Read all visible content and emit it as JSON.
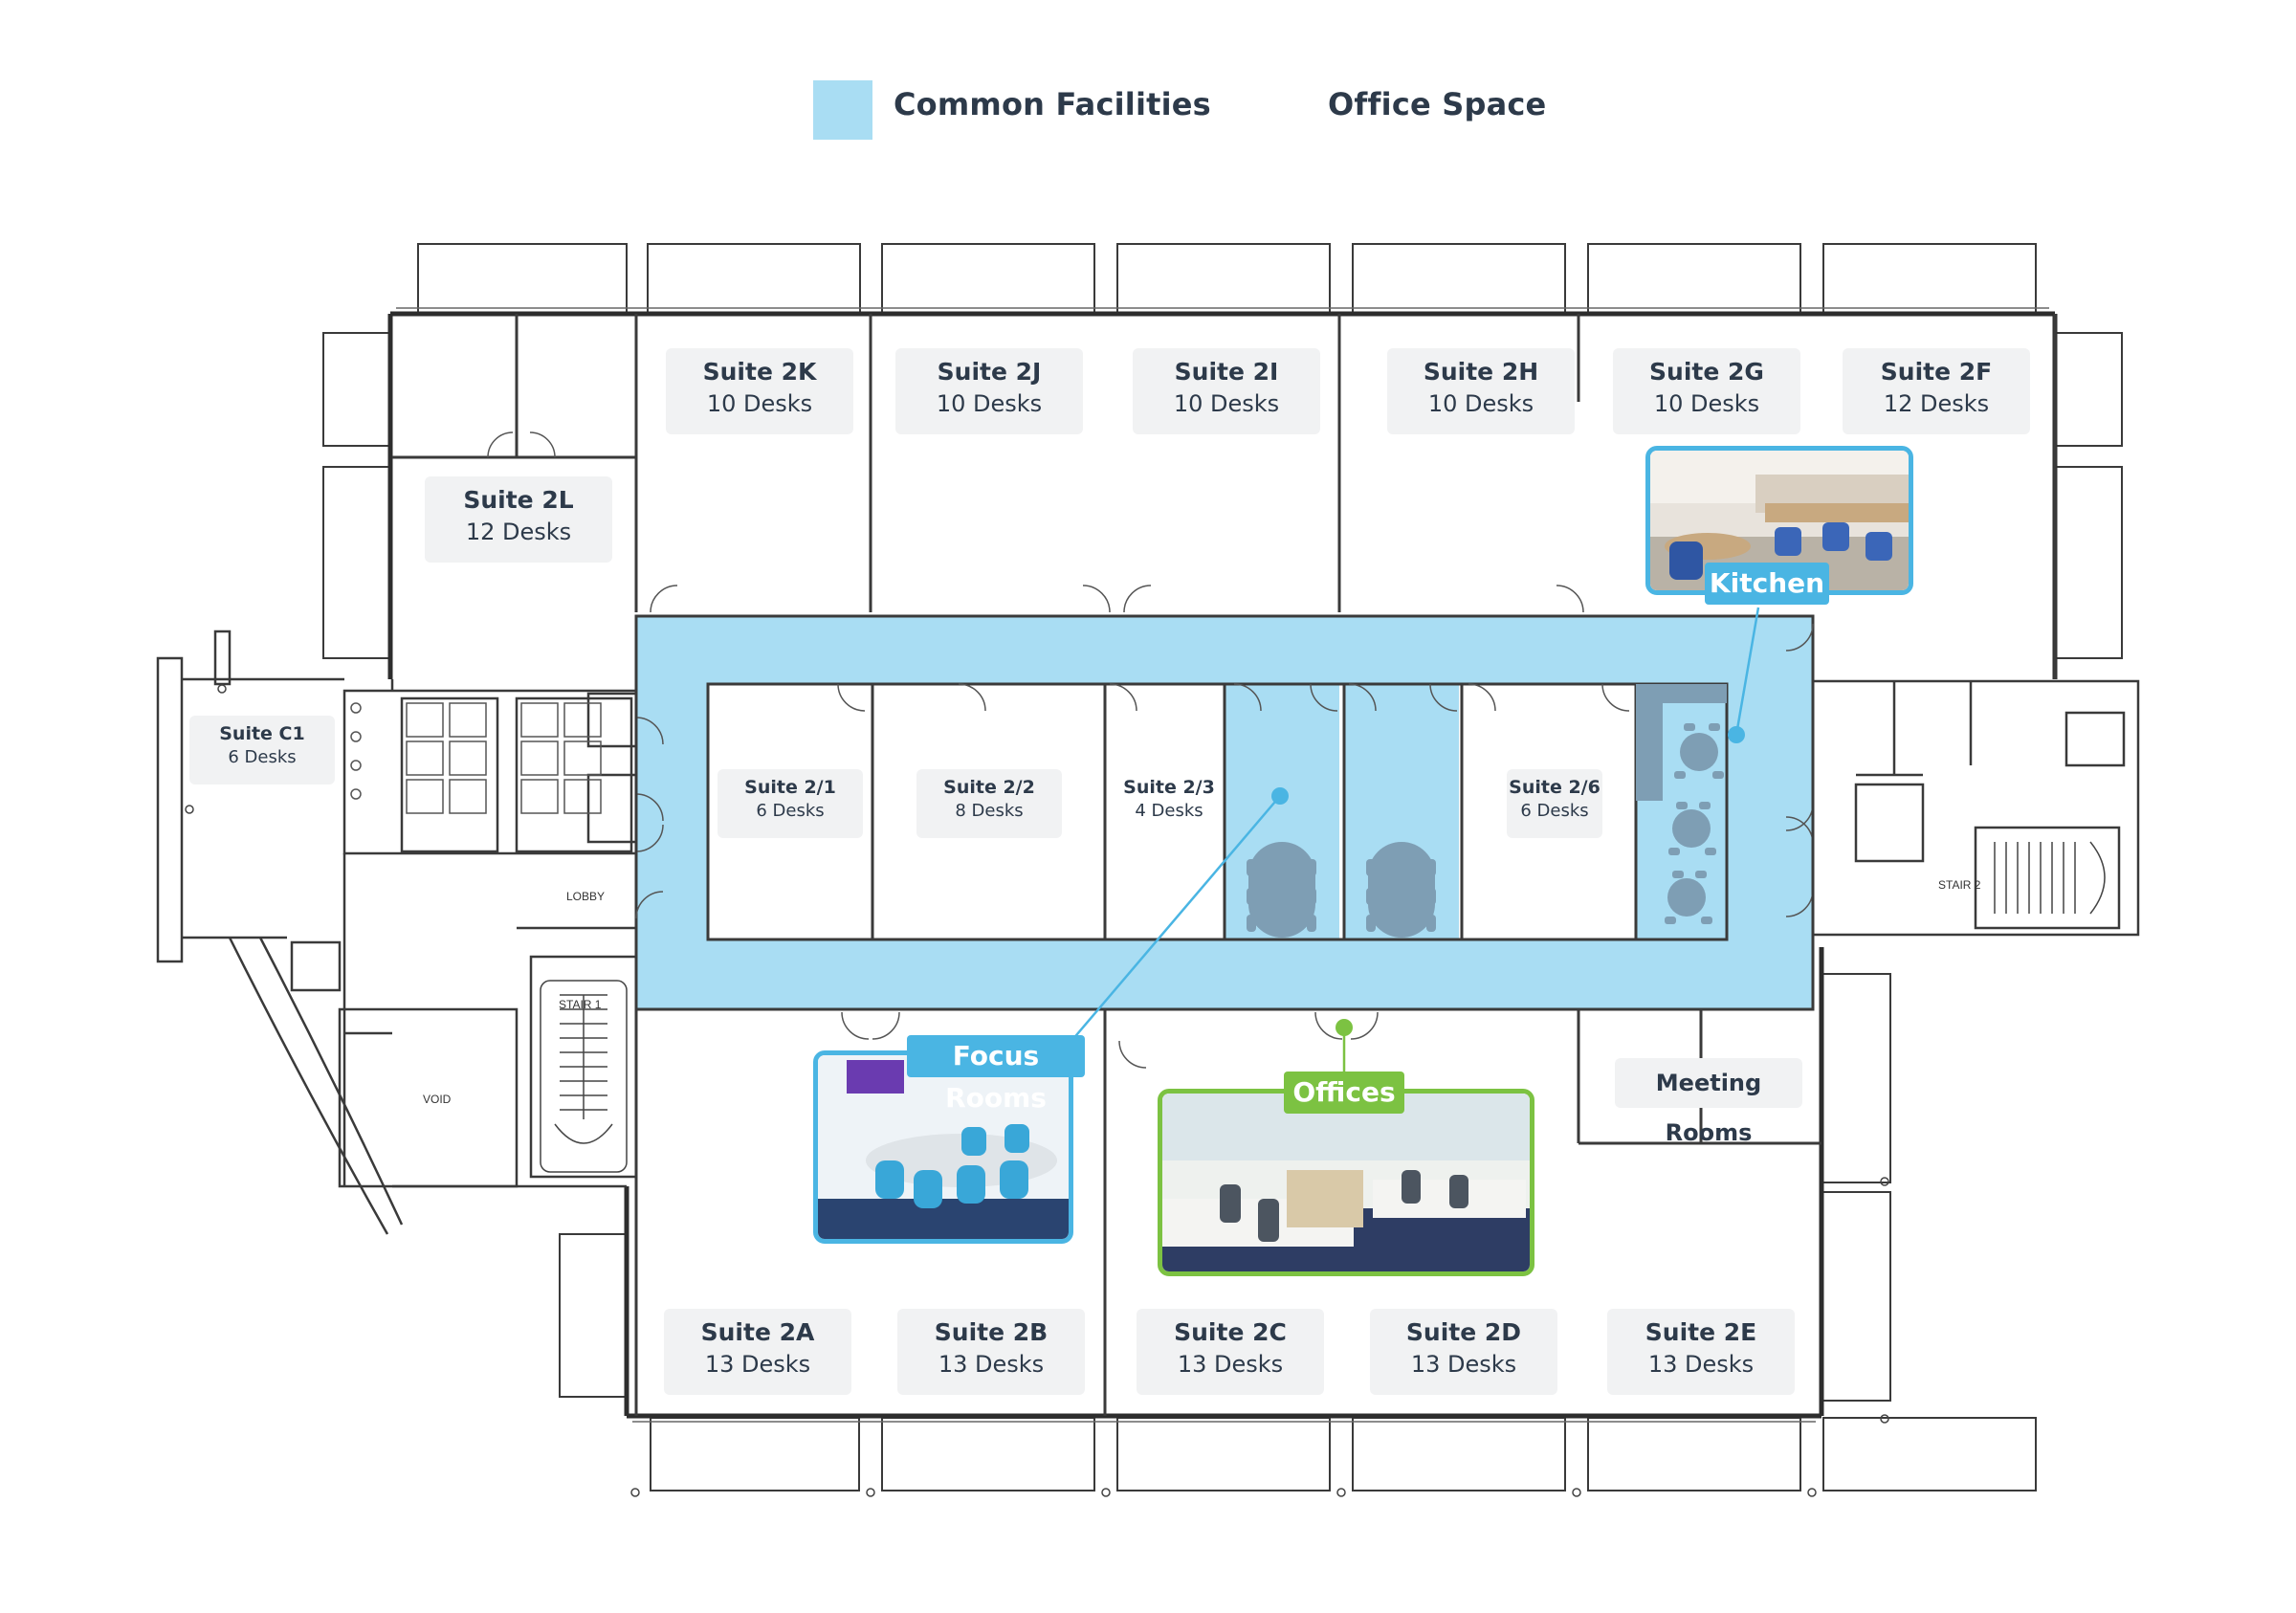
{
  "legend": {
    "common": "Common Facilities",
    "office": "Office Space",
    "common_color": "#a9ddf3"
  },
  "suites": {
    "s2k": {
      "name": "Suite 2K",
      "desks": "10 Desks"
    },
    "s2j": {
      "name": "Suite 2J",
      "desks": "10 Desks"
    },
    "s2i": {
      "name": "Suite 2I",
      "desks": "10 Desks"
    },
    "s2h": {
      "name": "Suite 2H",
      "desks": "10 Desks"
    },
    "s2g": {
      "name": "Suite 2G",
      "desks": "10 Desks"
    },
    "s2f": {
      "name": "Suite 2F",
      "desks": "12 Desks"
    },
    "s2l": {
      "name": "Suite 2L",
      "desks": "12 Desks"
    },
    "sc1": {
      "name": "Suite C1",
      "desks": "6 Desks"
    },
    "s21": {
      "name": "Suite 2/1",
      "desks": "6 Desks"
    },
    "s22": {
      "name": "Suite 2/2",
      "desks": "8 Desks"
    },
    "s23": {
      "name": "Suite 2/3",
      "desks": "4 Desks"
    },
    "s26": {
      "name": "Suite 2/6",
      "desks": "6 Desks"
    },
    "s2a": {
      "name": "Suite 2A",
      "desks": "13 Desks"
    },
    "s2b": {
      "name": "Suite 2B",
      "desks": "13 Desks"
    },
    "s2c": {
      "name": "Suite 2C",
      "desks": "13 Desks"
    },
    "s2d": {
      "name": "Suite 2D",
      "desks": "13 Desks"
    },
    "s2e": {
      "name": "Suite 2E",
      "desks": "13 Desks"
    }
  },
  "callouts": {
    "kitchen": {
      "label": "Kitchen",
      "color": "#4ab5e3"
    },
    "focus": {
      "label": "Focus Rooms",
      "color": "#4ab5e3"
    },
    "offices": {
      "label": "Offices",
      "color": "#7cc242"
    }
  },
  "meeting_rooms": "Meeting Rooms",
  "plan_labels": {
    "lobby": "LOBBY",
    "stair1": "STAIR 1",
    "stair2": "STAIR 2",
    "void": "VOID"
  }
}
